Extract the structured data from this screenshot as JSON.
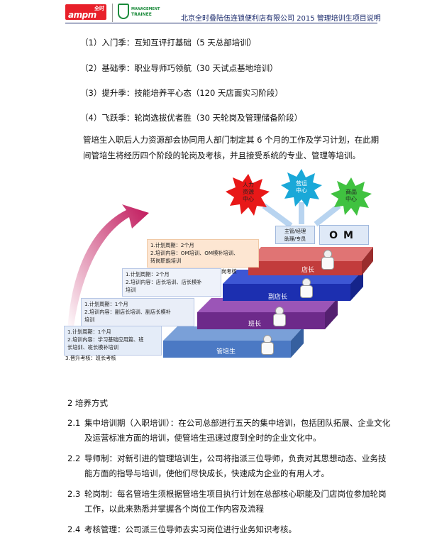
{
  "header": {
    "logo_ampm_top": "全时",
    "logo_ampm_bottom": "ampm",
    "logo_mt_line1": "MANAGEMENT",
    "logo_mt_line2": "TRAINEE",
    "title": "北京全时叠陆伍连锁便利店有限公司 2015 管理培训生项目说明"
  },
  "stages": [
    "（1）入门季：互知互评打基础（5 天总部培训）",
    "（2）基础季：职业导师巧领航（30 天试点基地培训）",
    "（3）提升季：技能培养平心态（120 天店面实习阶段）",
    "（4）飞跃季：轮岗选拔优者胜（30 天轮岗及管理储备阶段）"
  ],
  "intro_paragraph": "管培生入职后人力资源部会协同用人部门制定其 6 个月的工作及学习计划，在此期间管培生将经历四个阶段的轮岗及考核，并且接受系统的专业、管理等培训。",
  "diagram": {
    "steps": [
      "管培生",
      "班长",
      "副店长",
      "店长"
    ],
    "bursts": [
      {
        "lines": [
          "人力",
          "资源",
          "中心"
        ]
      },
      {
        "lines": [
          "营运",
          "中心"
        ]
      },
      {
        "lines": [
          "商品",
          "中心"
        ]
      }
    ],
    "manager_box": [
      "主管/经理",
      "助理/专员"
    ],
    "om_label": "OM",
    "boxes": [
      {
        "lines": [
          "1.计划周期：1个月",
          "2.培训内容：学习基础应用篇、班",
          "长培训、班长模补培训"
        ],
        "footer": "3.晋升考核：班长考核"
      },
      {
        "lines": [
          "1.计划周期：1个月",
          "2.培训内容：副店长培训、副店长模补",
          "培训"
        ]
      },
      {
        "lines": [
          "1.计划周期：2个月",
          "2.培训内容：店长培训、店长模补",
          "培训"
        ]
      },
      {
        "lines": [
          "1.计划周期：2个月",
          "2.培训内容：OM培训、OM模补培训、",
          "转岗职能培训"
        ],
        "footer": "岗考核"
      }
    ]
  },
  "section_title": "2 培养方式",
  "methods": [
    {
      "num": "2.1",
      "text": "集中培训期（入职培训）：在公司总部进行五天的集中培训，包括团队拓展、企业文化及运营标准方面的培训，使管培生迅速过度到全时的企业文化中。"
    },
    {
      "num": "2.2",
      "text": "导师制：对新引进的管理培训生，公司将指派三位导师，负责对其思想动态、业务技能方面的指导与培训，使他们尽快成长，快速成为企业的有用人才。"
    },
    {
      "num": "2.3",
      "text": "轮岗制：每名管培生须根据管培生项目执行计划在总部核心职能及门店岗位参加轮岗工作，以此来熟悉并掌握各个岗位工作内容及流程"
    },
    {
      "num": "2.4",
      "text": "考核管理：公司派三位导师去实习岗位进行业务知识考核。"
    }
  ]
}
